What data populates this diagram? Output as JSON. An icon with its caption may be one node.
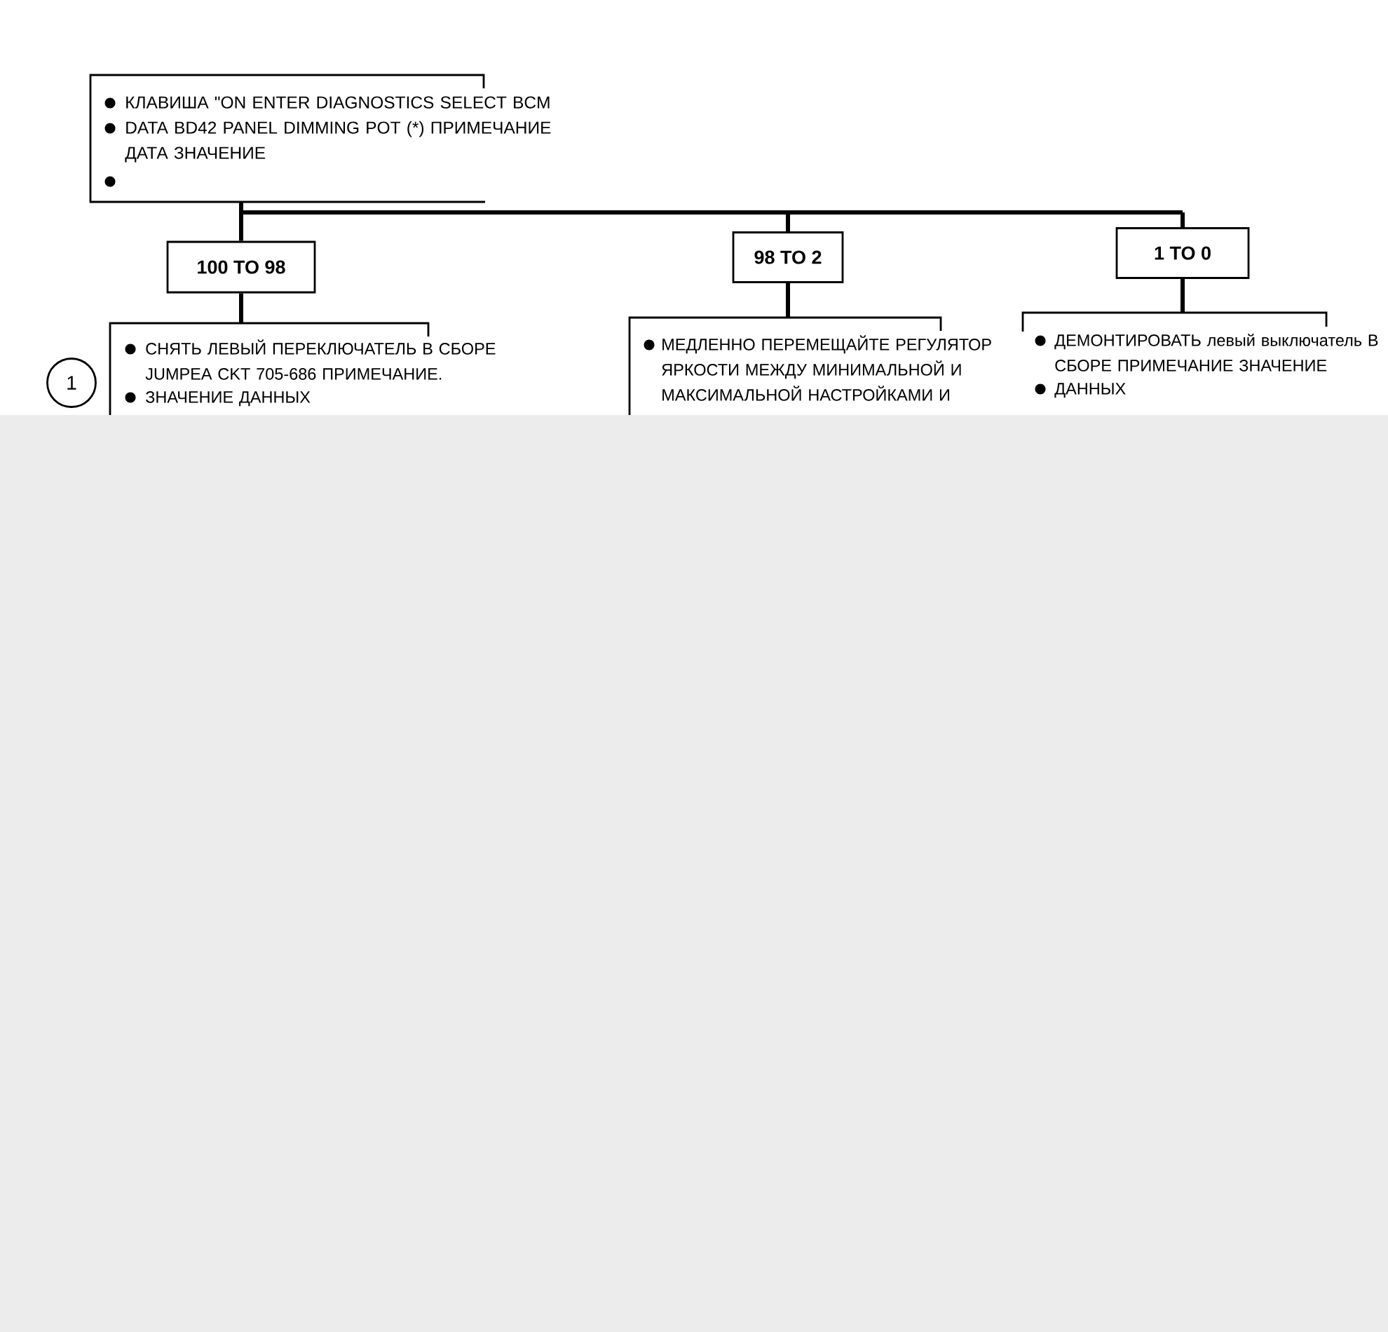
{
  "diagram": {
    "nodes": [
      {
        "text": [
          "КЛАВИША \"ON ENTER DIAGNOSTICS SELECT BCM",
          "DATA BD42 PANEL DIMMING POT (*) ПРИМЕЧАНИЕ ДАТА ЗНАЧЕНИЕ"
        ]
      },
      {
        "text": [
          "100 TO 98"
        ]
      },
      {
        "text": [
          "98 TO 2"
        ]
      },
      {
        "text": [
          "1 TO 0"
        ]
      },
      {
        "text": [
          "1"
        ]
      },
      {
        "text": [
          "СНЯТЬ ЛЕВЫЙ ПЕРЕКЛЮЧАТЕЛЬ В СБОРЕ JUMPEA CKT 705-686 ПРИМЕЧАНИЕ.",
          "ЗНАЧЕНИЕ ДАННЫХ"
        ]
      },
      {
        "text": [
          "МЕДЛЕННО ПЕРЕМЕЩАЙТЕ РЕГУЛЯТОР ЯРКОСТИ МЕЖДУ МИНИМАЛЬНОЙ И МАКСИМАЛЬНОЙ НАСТРОЙКАМИ И"
        ]
      },
      {
        "text": [
          "ДЕМОНТИРОВАТЬ левый выключатель В СБОРЕ ПРИМЕЧАНИЕ ЗНАЧЕНИЕ",
          "ДАННЫХ"
        ]
      }
    ],
    "edges": [
      {
        "from": 0,
        "to": 1,
        "arrow": "none"
      },
      {
        "from": 0,
        "to": 2,
        "arrow": "none"
      },
      {
        "from": 0,
        "to": 3,
        "arrow": "none"
      },
      {
        "from": 1,
        "to": 5,
        "arrow": "none"
      },
      {
        "from": 2,
        "to": 6,
        "arrow": "none"
      },
      {
        "from": 3,
        "to": 7,
        "arrow": "none"
      }
    ]
  }
}
